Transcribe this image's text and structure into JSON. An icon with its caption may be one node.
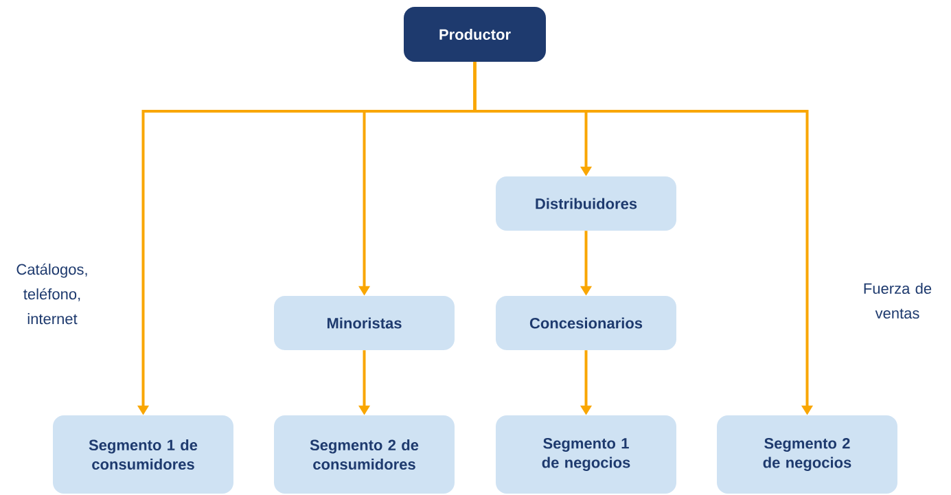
{
  "diagram": {
    "nodes": [
      {
        "text": [
          "Productor"
        ]
      },
      {
        "text": [
          "Distribuidores"
        ]
      },
      {
        "text": [
          "Minoristas"
        ]
      },
      {
        "text": [
          "Concesionarios"
        ]
      },
      {
        "text": [
          "Segmento 1 de consumidores"
        ]
      },
      {
        "text": [
          "Segmento 2 de consumidores"
        ]
      },
      {
        "text": [
          "Segmento 1 de negocios"
        ]
      },
      {
        "text": [
          "Segmento 2 de negocios"
        ]
      }
    ],
    "edges": [
      {
        "from": 0,
        "to": 4,
        "arrow": "to",
        "label": "Catálogos, teléfono, internet"
      },
      {
        "from": 0,
        "to": 2,
        "arrow": "to"
      },
      {
        "from": 0,
        "to": 1,
        "arrow": "to"
      },
      {
        "from": 0,
        "to": 7,
        "arrow": "to",
        "label": "Fuerza de ventas"
      },
      {
        "from": 2,
        "to": 5,
        "arrow": "to"
      },
      {
        "from": 1,
        "to": 3,
        "arrow": "to"
      },
      {
        "from": 3,
        "to": 6,
        "arrow": "to"
      }
    ]
  }
}
